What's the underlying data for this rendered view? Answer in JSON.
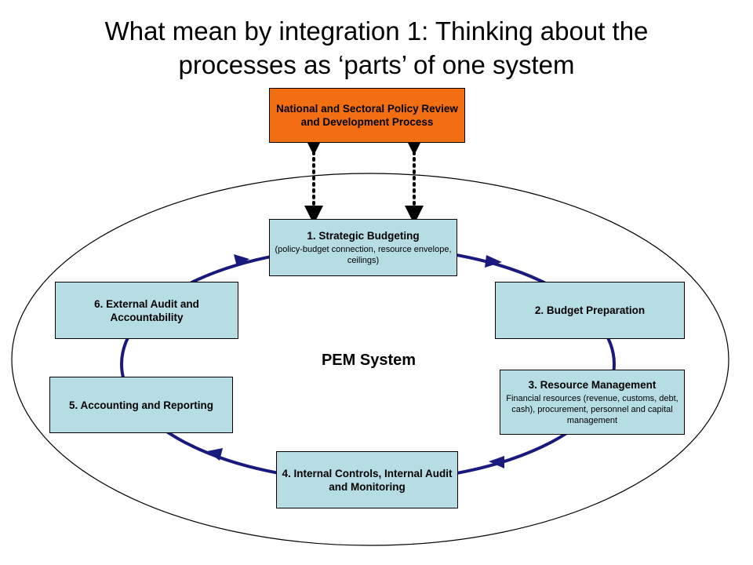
{
  "title": {
    "line1": "What mean by integration  1: Thinking about the",
    "line2": "processes as ‘parts’ of one system"
  },
  "center_label": "PEM System",
  "boxes": {
    "policy": "National and Sectoral Policy Review and Development Process",
    "strategic": {
      "title": "1. Strategic Budgeting",
      "detail": "(policy-budget connection, resource envelope, ceilings)"
    },
    "budget_prep": "2. Budget Preparation",
    "resource_mgmt": {
      "title": "3. Resource Management",
      "detail": "Financial resources (revenue, customs, debt, cash), procurement, personnel and capital management"
    },
    "internal_controls": "4. Internal Controls, Internal Audit and Monitoring",
    "accounting": "5. Accounting and Reporting",
    "external_audit": "6. External Audit and Accountability"
  },
  "colors": {
    "policy_box": "#f26e13",
    "process_box": "#b7dde4",
    "cycle_arrow": "#1a1a7e"
  }
}
